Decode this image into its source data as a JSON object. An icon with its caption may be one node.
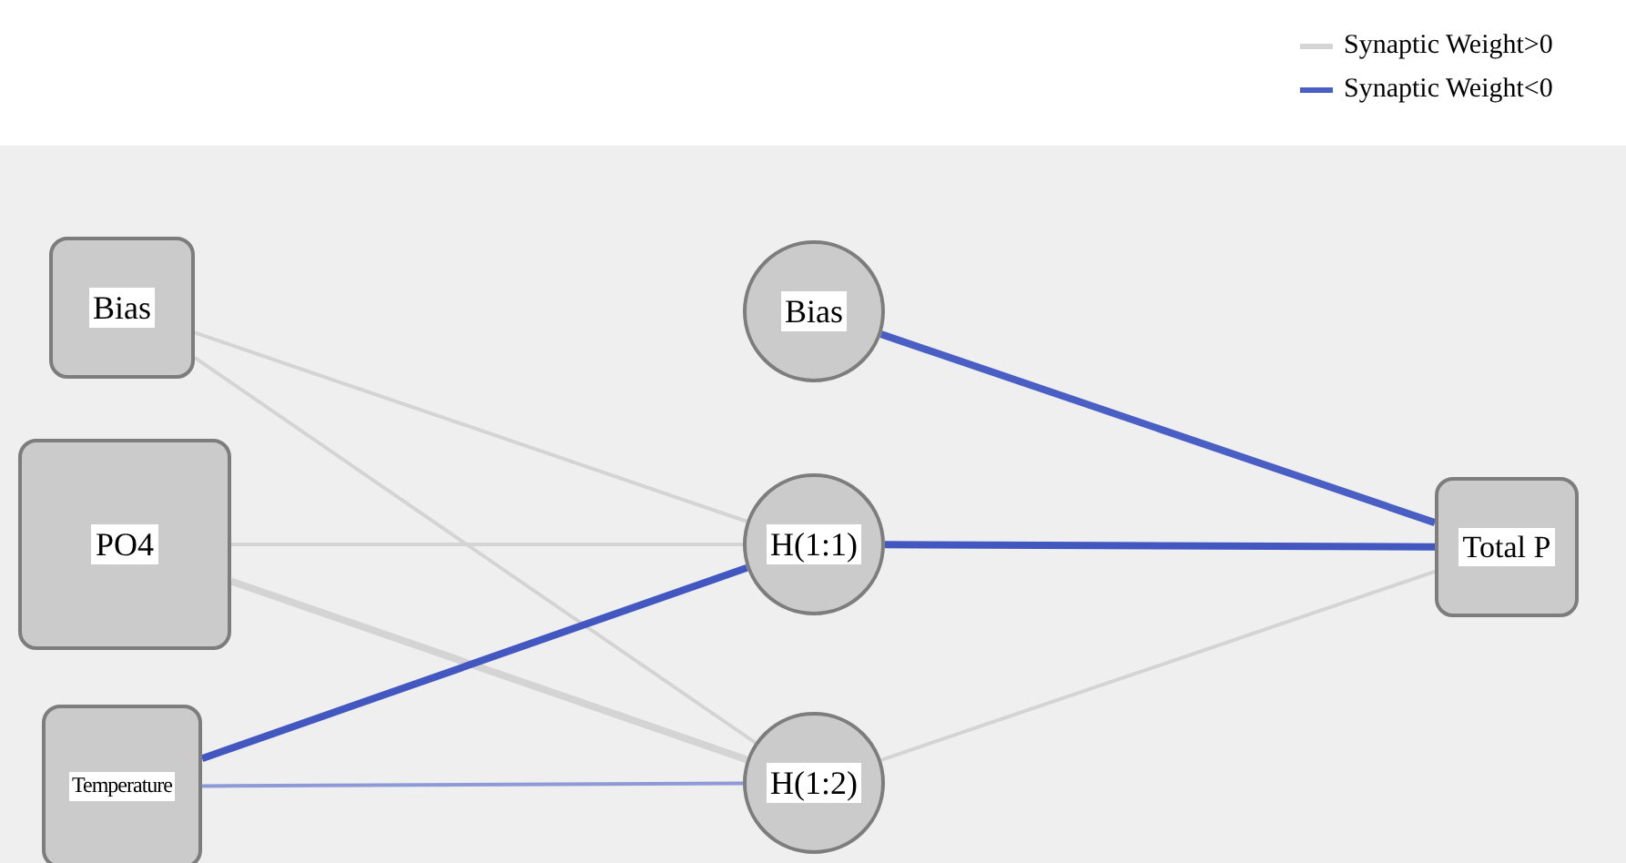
{
  "diagram": {
    "nodes": [
      {
        "text": [
          "Bias"
        ]
      },
      {
        "text": [
          "PO4"
        ]
      },
      {
        "text": [
          "Temperature"
        ]
      },
      {
        "text": [
          "Bias"
        ]
      },
      {
        "text": [
          "H(1:1)"
        ]
      },
      {
        "text": [
          "H(1:2)"
        ]
      },
      {
        "text": [
          "Total P"
        ]
      }
    ],
    "edges": [
      {
        "from": 0,
        "to": 4,
        "arrow": "none"
      },
      {
        "from": 0,
        "to": 5,
        "arrow": "none"
      },
      {
        "from": 1,
        "to": 4,
        "arrow": "none"
      },
      {
        "from": 1,
        "to": 5,
        "arrow": "none",
        "style": "thick"
      },
      {
        "from": 2,
        "to": 4,
        "arrow": "none",
        "style": "thick",
        "color": "#4257c0"
      },
      {
        "from": 2,
        "to": 5,
        "arrow": "none",
        "color": "#8e9ad8"
      },
      {
        "from": 3,
        "to": 6,
        "arrow": "none",
        "style": "thick",
        "color": "#4a5fc4"
      },
      {
        "from": 4,
        "to": 6,
        "arrow": "none",
        "style": "thick",
        "color": "#4257c0"
      },
      {
        "from": 5,
        "to": 6,
        "arrow": "none"
      }
    ],
    "legend": [
      {
        "text": "Synaptic Weight>0",
        "color": "#d4d4d4"
      },
      {
        "text": "Synaptic Weight<0",
        "color": "#4a5fc4"
      }
    ]
  }
}
